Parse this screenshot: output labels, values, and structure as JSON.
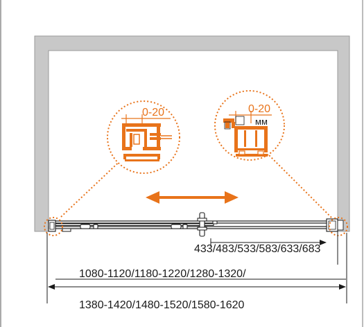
{
  "colors": {
    "wall": "#c8c8c8",
    "accent": "#e8731a",
    "line": "#1a1a1a",
    "background": "#ffffff"
  },
  "callouts": {
    "left": {
      "range_label": "0-20"
    },
    "right": {
      "range_label": "0-20",
      "unit_label": "мм"
    }
  },
  "dimensions": {
    "fixed_panel_widths": "433/483/533/583/633/683",
    "opening_line_1": "1080-1120/1180-1220/1280-1320/",
    "opening_line_2": "1380-1420/1480-1520/1580-1620"
  }
}
